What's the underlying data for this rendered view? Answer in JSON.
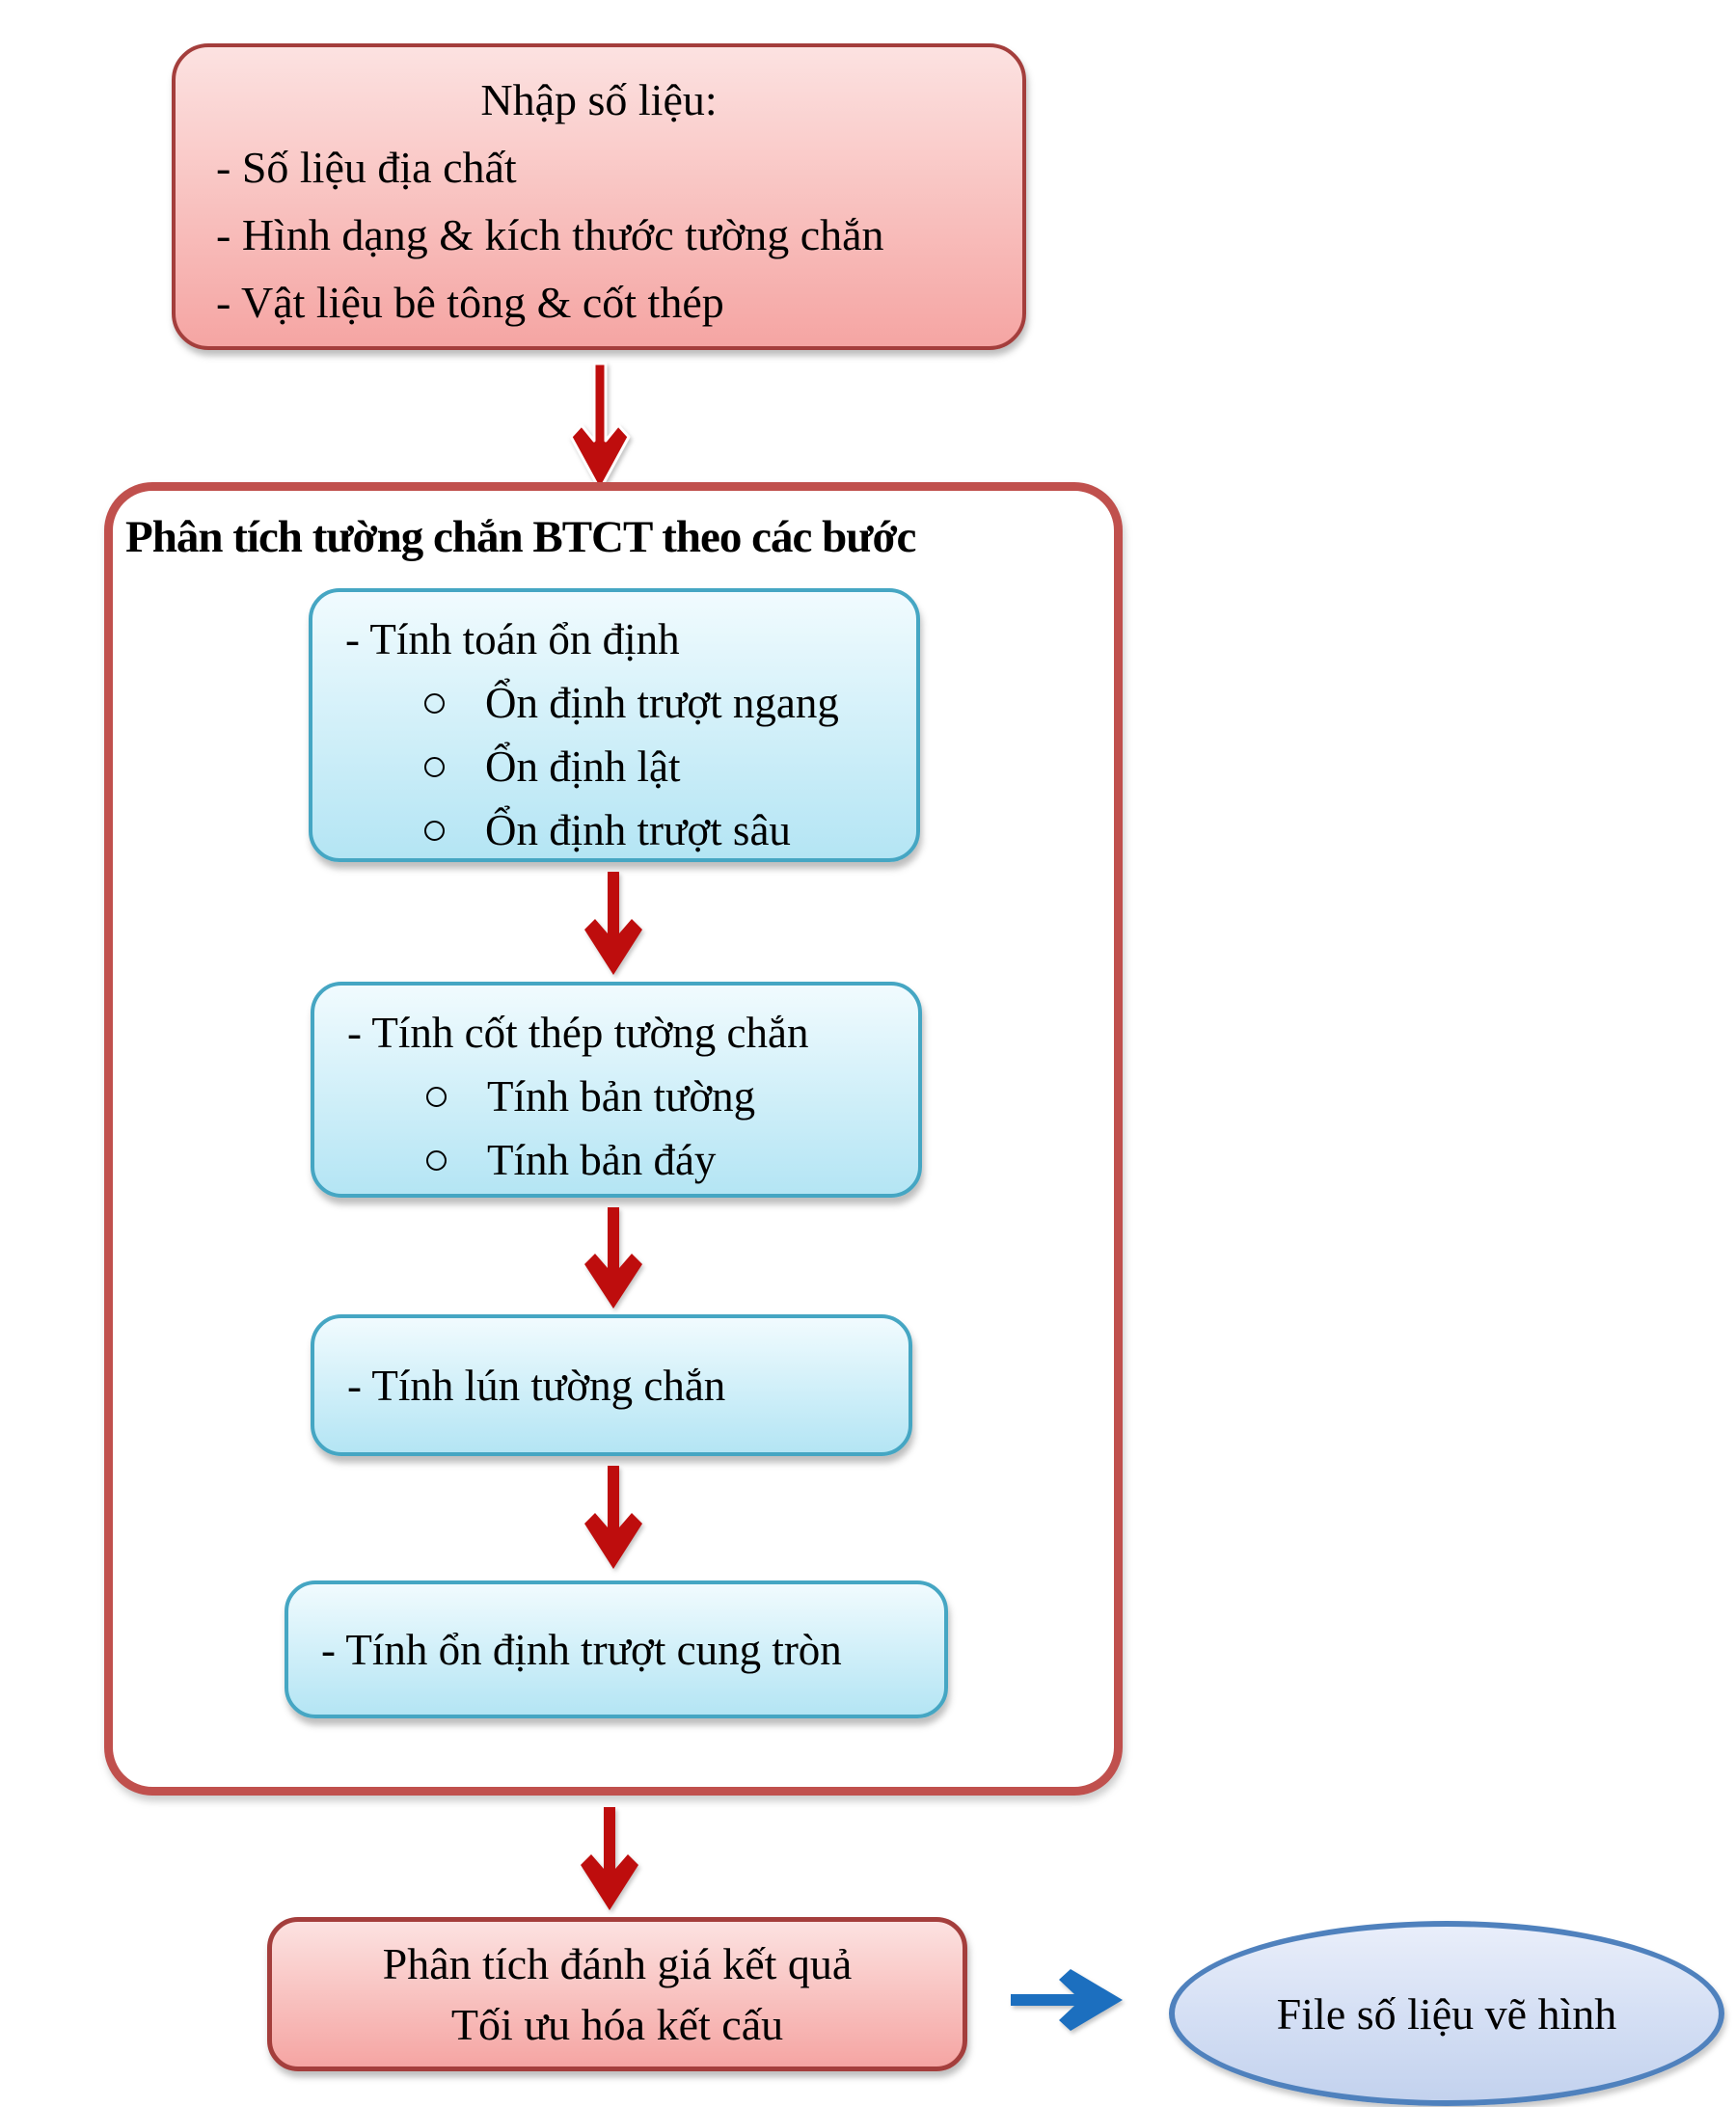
{
  "diagram": {
    "type": "flowchart",
    "input_box": {
      "title": "Nhập số liệu:",
      "items": [
        "- Số liệu địa chất",
        "- Hình dạng & kích thước tường chắn",
        "- Vật liệu bê tông & cốt thép"
      ]
    },
    "process": {
      "title": "Phân tích tường chắn BTCT theo các bước",
      "steps": [
        {
          "label": "- Tính toán ổn định",
          "sub_items": [
            "Ổn định trượt ngang",
            "Ổn định lật",
            "Ổn định trượt sâu"
          ]
        },
        {
          "label": "- Tính cốt thép tường chắn",
          "sub_items": [
            "Tính bản tường",
            "Tính bản đáy"
          ]
        },
        {
          "label": "- Tính lún tường chắn",
          "sub_items": []
        },
        {
          "label": "- Tính ổn định trượt cung tròn",
          "sub_items": []
        }
      ]
    },
    "result_box": {
      "line1": "Phân tích đánh giá kết quả",
      "line2": "Tối ưu hóa kết cấu"
    },
    "output_ellipse": {
      "label": "File số liệu vẽ hình"
    },
    "colors": {
      "pink_fill_top": "#fce2e1",
      "pink_fill_bottom": "#f5a5a3",
      "pink_border": "#a43e3c",
      "container_border": "#c0504d",
      "cyan_fill_top": "#f1fbfe",
      "cyan_fill_bottom": "#b4e5f4",
      "cyan_border": "#45a6c3",
      "ellipse_fill_top": "#e9eefa",
      "ellipse_fill_bottom": "#c3d2ee",
      "ellipse_border": "#4f81bd",
      "red_arrow": "#be0d0d",
      "blue_arrow": "#1c6fbf",
      "text": "#000000"
    }
  }
}
